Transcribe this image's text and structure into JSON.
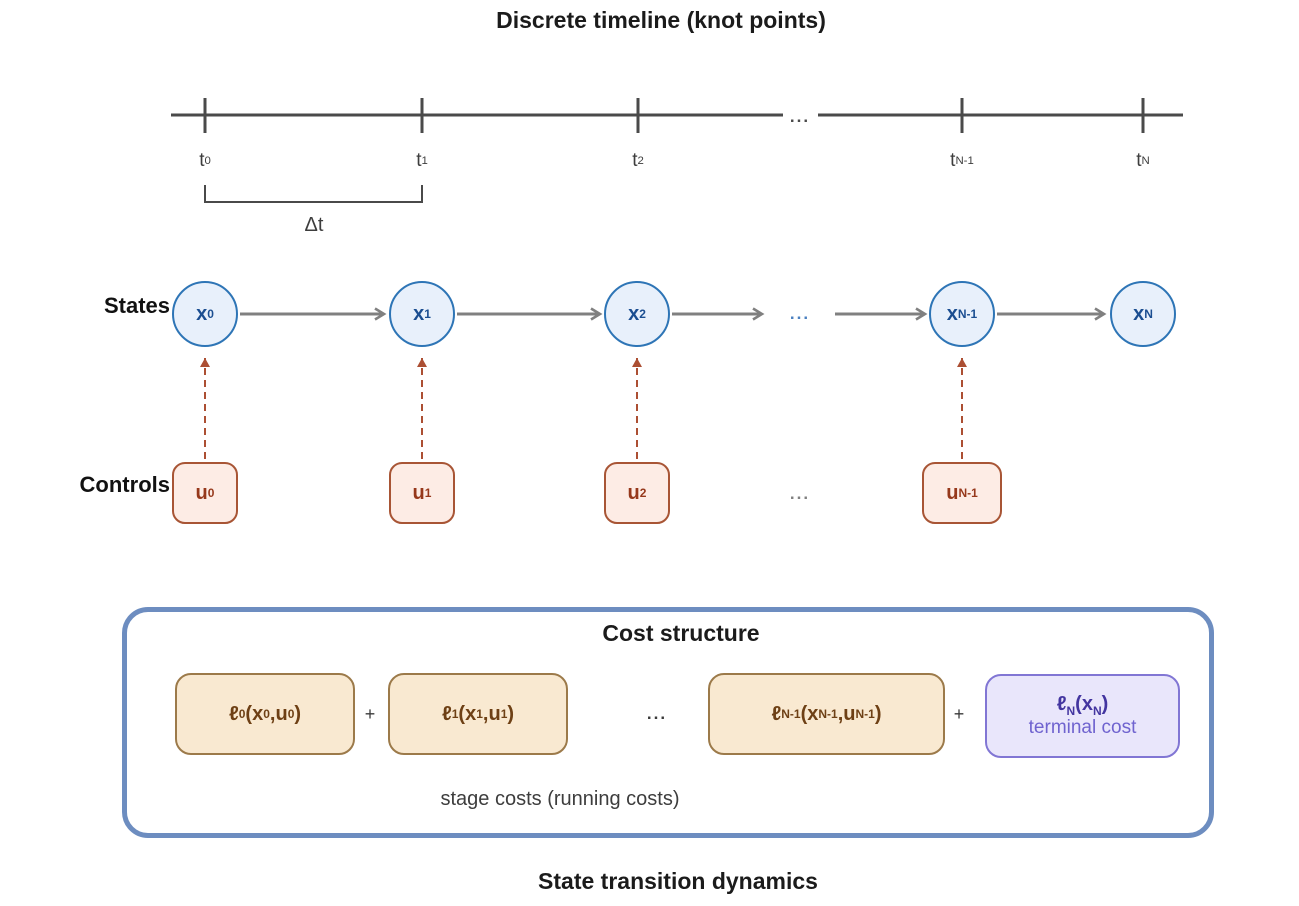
{
  "title": "Discrete timeline (knot points)",
  "timeline": {
    "tick_labels": [
      "t_{0}",
      "t_{1}",
      "t_{2}",
      "t_{N-1}",
      "t_{N}"
    ],
    "ellipsis": "...",
    "delta_label": "Δt"
  },
  "states": {
    "row_label": "States",
    "nodes": [
      "x_{0}",
      "x_{1}",
      "x_{2}",
      "x_{N-1}",
      "x_{N}"
    ],
    "ellipsis": "..."
  },
  "controls": {
    "row_label": "Controls",
    "nodes": [
      "u_{0}",
      "u_{1}",
      "u_{2}",
      "u_{N-1}"
    ],
    "ellipsis": "..."
  },
  "cost": {
    "title": "Cost structure",
    "stage_terms": [
      "ℓ_{0}(x_{0},u_{0})",
      "ℓ_{1}(x_{1},u_{1})",
      "ℓ_{N-1}(x_{N-1},u_{N-1})"
    ],
    "plus": "+",
    "ellipsis": "...",
    "terminal_term": "ℓ_{N}(x_{N})",
    "terminal_caption": "terminal cost",
    "stage_caption": "stage costs (running costs)"
  },
  "footer": "State transition dynamics",
  "colors": {
    "timeline": "#4a4a4a",
    "arrow-gray": "#808080",
    "state-fill": "#e8f0fb",
    "state-border": "#2e75b6",
    "state-text": "#1b4e91",
    "control-fill": "#fdece5",
    "control-border": "#a85535",
    "control-text": "#96381b",
    "dashed-arrow": "#ac4f33",
    "cost-border": "#6d8dc0",
    "stage-fill": "#f9e9d1",
    "stage-border": "#9c7a4a",
    "stage-text": "#6e4015",
    "terminal-fill": "#e9e6fb",
    "terminal-border": "#8176d4",
    "terminal-text-bold": "#4335a0",
    "terminal-text": "#6f63cf",
    "ellipsis-blue": "#4b80c0"
  }
}
